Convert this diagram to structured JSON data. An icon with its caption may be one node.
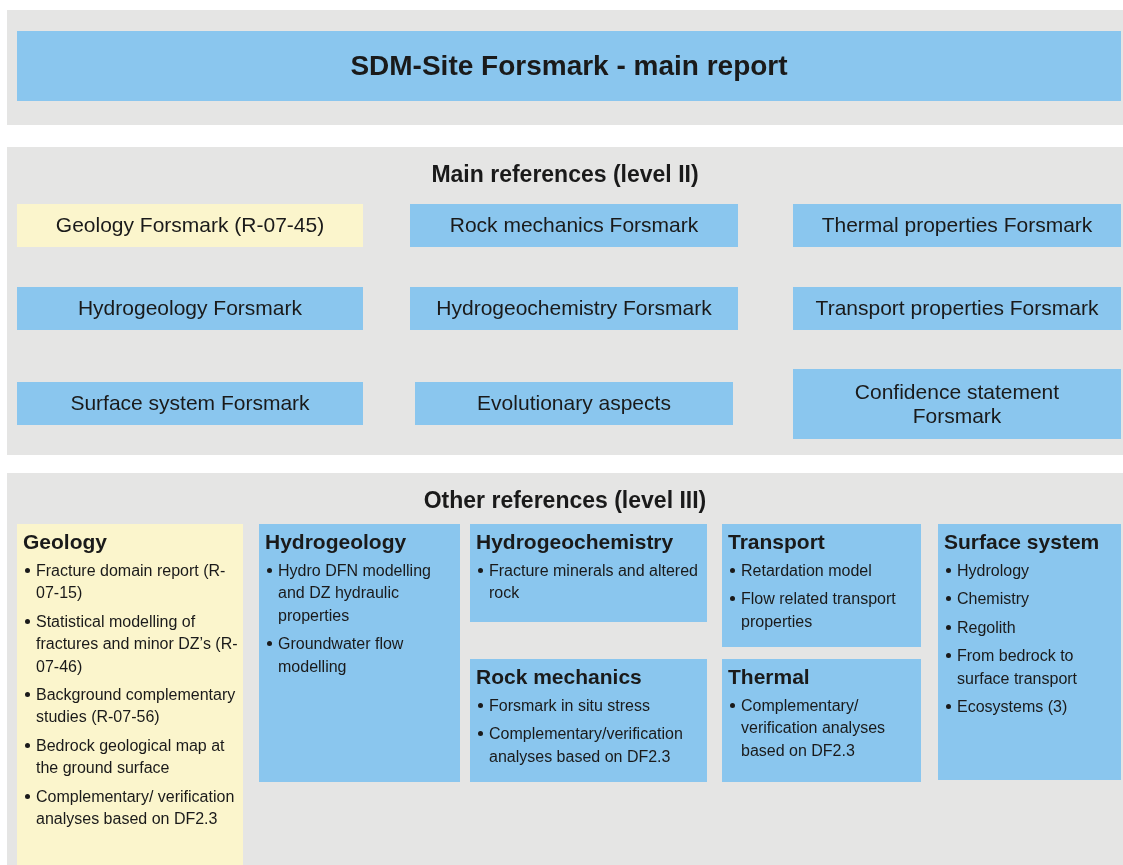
{
  "diagram": {
    "nodes": [
      {
        "text": [],
        "shape": "box"
      },
      {
        "text": [
          "SDM-Site Forsmark - main report"
        ],
        "in": 0
      },
      {
        "text": [
          "Main references (level II)"
        ]
      },
      {
        "text": [
          "Geology Forsmark (R-07-45)"
        ],
        "in": 2
      },
      {
        "text": [
          "Rock mechanics Forsmark"
        ],
        "in": 2
      },
      {
        "text": [
          "Thermal properties Forsmark"
        ],
        "in": 2
      },
      {
        "text": [
          "Hydrogeology Forsmark"
        ],
        "in": 2
      },
      {
        "text": [
          "Hydrogeochemistry Forsmark"
        ],
        "in": 2
      },
      {
        "text": [
          "Transport properties Forsmark"
        ],
        "in": 2
      },
      {
        "text": [
          "Surface system Forsmark"
        ],
        "in": 2
      },
      {
        "text": [
          "Evolutionary aspects"
        ],
        "in": 2
      },
      {
        "text": [
          "Confidence statement Forsmark"
        ],
        "in": 2
      },
      {
        "text": [
          "Other references (level III)"
        ]
      },
      {
        "text": [
          "Geology",
          "Fracture domain report (R-07-15)",
          "Statistical modelling of fractures and minor DZ’s (R-07-46)",
          "Background complementary studies (R-07-56)",
          "Bedrock geological map at the ground surface",
          "Complementary/ verification analyses based on DF2.3"
        ],
        "in": 12
      },
      {
        "text": [
          "Hydrogeology",
          "Hydro DFN modelling and DZ hydraulic properties",
          "Groundwater flow modelling"
        ],
        "in": 12
      },
      {
        "text": [
          "Hydrogeochemistry",
          "Fracture minerals and altered rock"
        ],
        "in": 12
      },
      {
        "text": [
          "Transport",
          "Retardation model",
          "Flow related transport properties"
        ],
        "in": 12
      },
      {
        "text": [
          "Surface system",
          "Hydrology",
          "Chemistry",
          "Regolith",
          "From bedrock to surface transport",
          "Ecosystems (3)"
        ],
        "in": 12
      },
      {
        "text": [
          "Rock mechanics",
          "Forsmark in situ stress",
          "Complementary/verification analyses based on DF2.3"
        ],
        "in": 12
      },
      {
        "text": [
          "Thermal",
          "Complementary/ verification analyses based on DF2.3"
        ],
        "in": 12
      }
    ]
  }
}
